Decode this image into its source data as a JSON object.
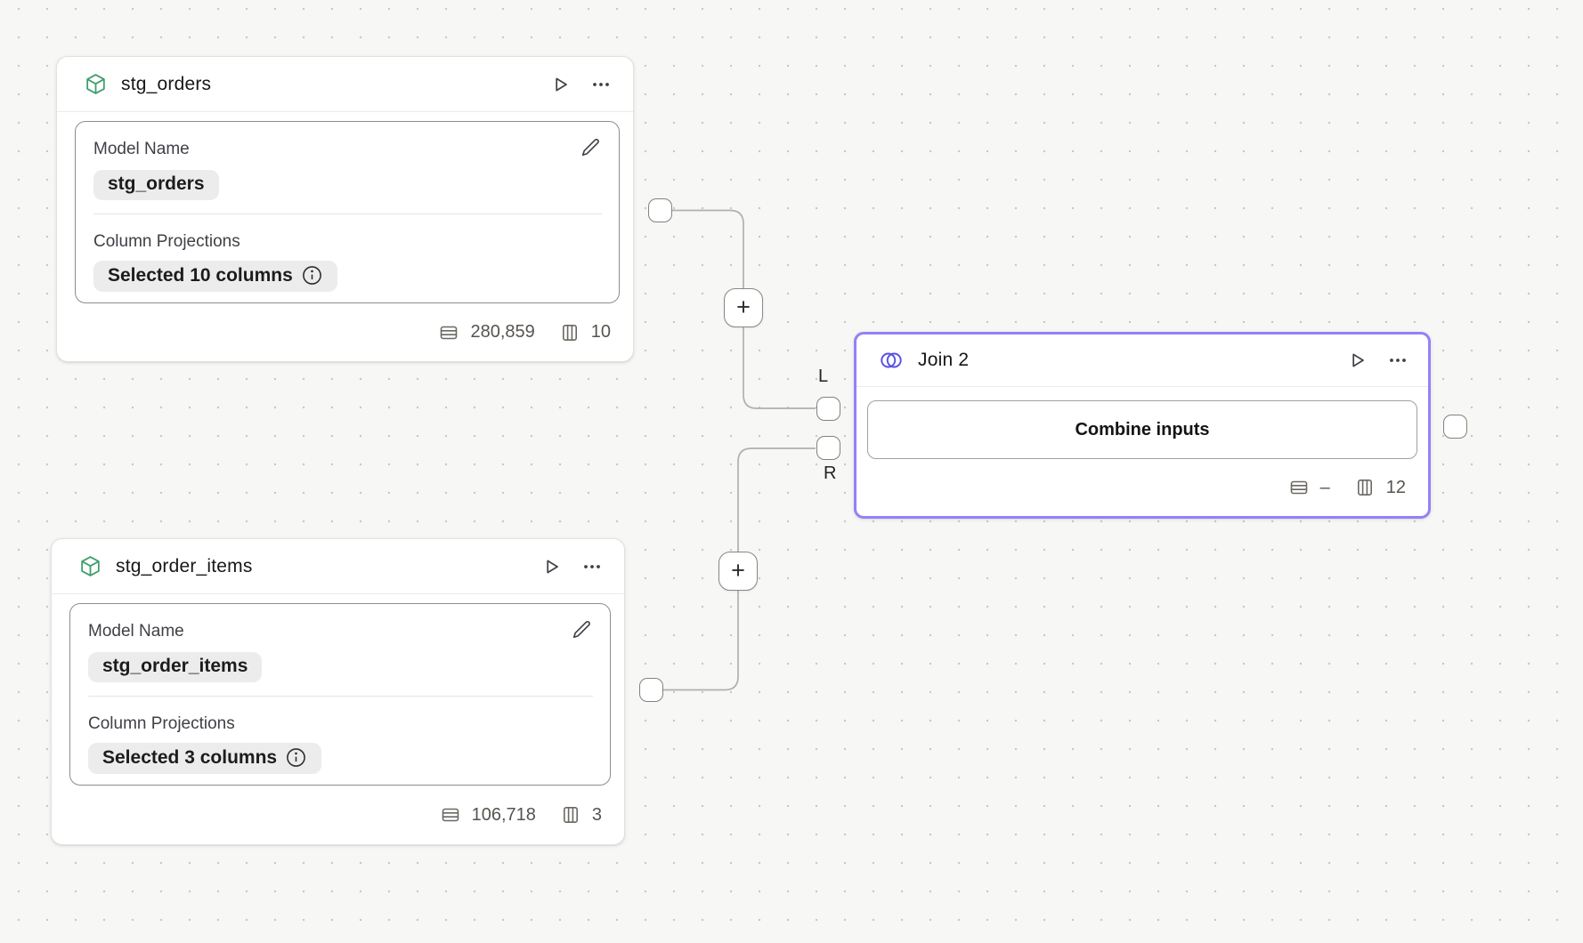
{
  "theme": {
    "canvas_bg": "#f7f7f5",
    "grid_dot_color": "#c9c8c6",
    "model_icon_green": "#3f9e6e",
    "join_icon_indigo": "#5a50e6",
    "selected_border_violet": "#9580f7",
    "connector_gray": "#b2b0ae"
  },
  "nodes": {
    "stg_orders": {
      "title": "stg_orders",
      "model_name_label": "Model Name",
      "model_name_value": "stg_orders",
      "projections_label": "Column Projections",
      "projections_value": "Selected 10 columns",
      "row_count": "280,859",
      "column_count": "10"
    },
    "stg_order_items": {
      "title": "stg_order_items",
      "model_name_label": "Model Name",
      "model_name_value": "stg_order_items",
      "projections_label": "Column Projections",
      "projections_value": "Selected 3 columns",
      "row_count": "106,718",
      "column_count": "3"
    },
    "join": {
      "title": "Join 2",
      "combine_button_label": "Combine inputs",
      "row_count": "–",
      "column_count": "12",
      "left_port_label": "L",
      "right_port_label": "R"
    }
  },
  "controls": {
    "add_step_top_label": "+",
    "add_step_bottom_label": "+"
  }
}
